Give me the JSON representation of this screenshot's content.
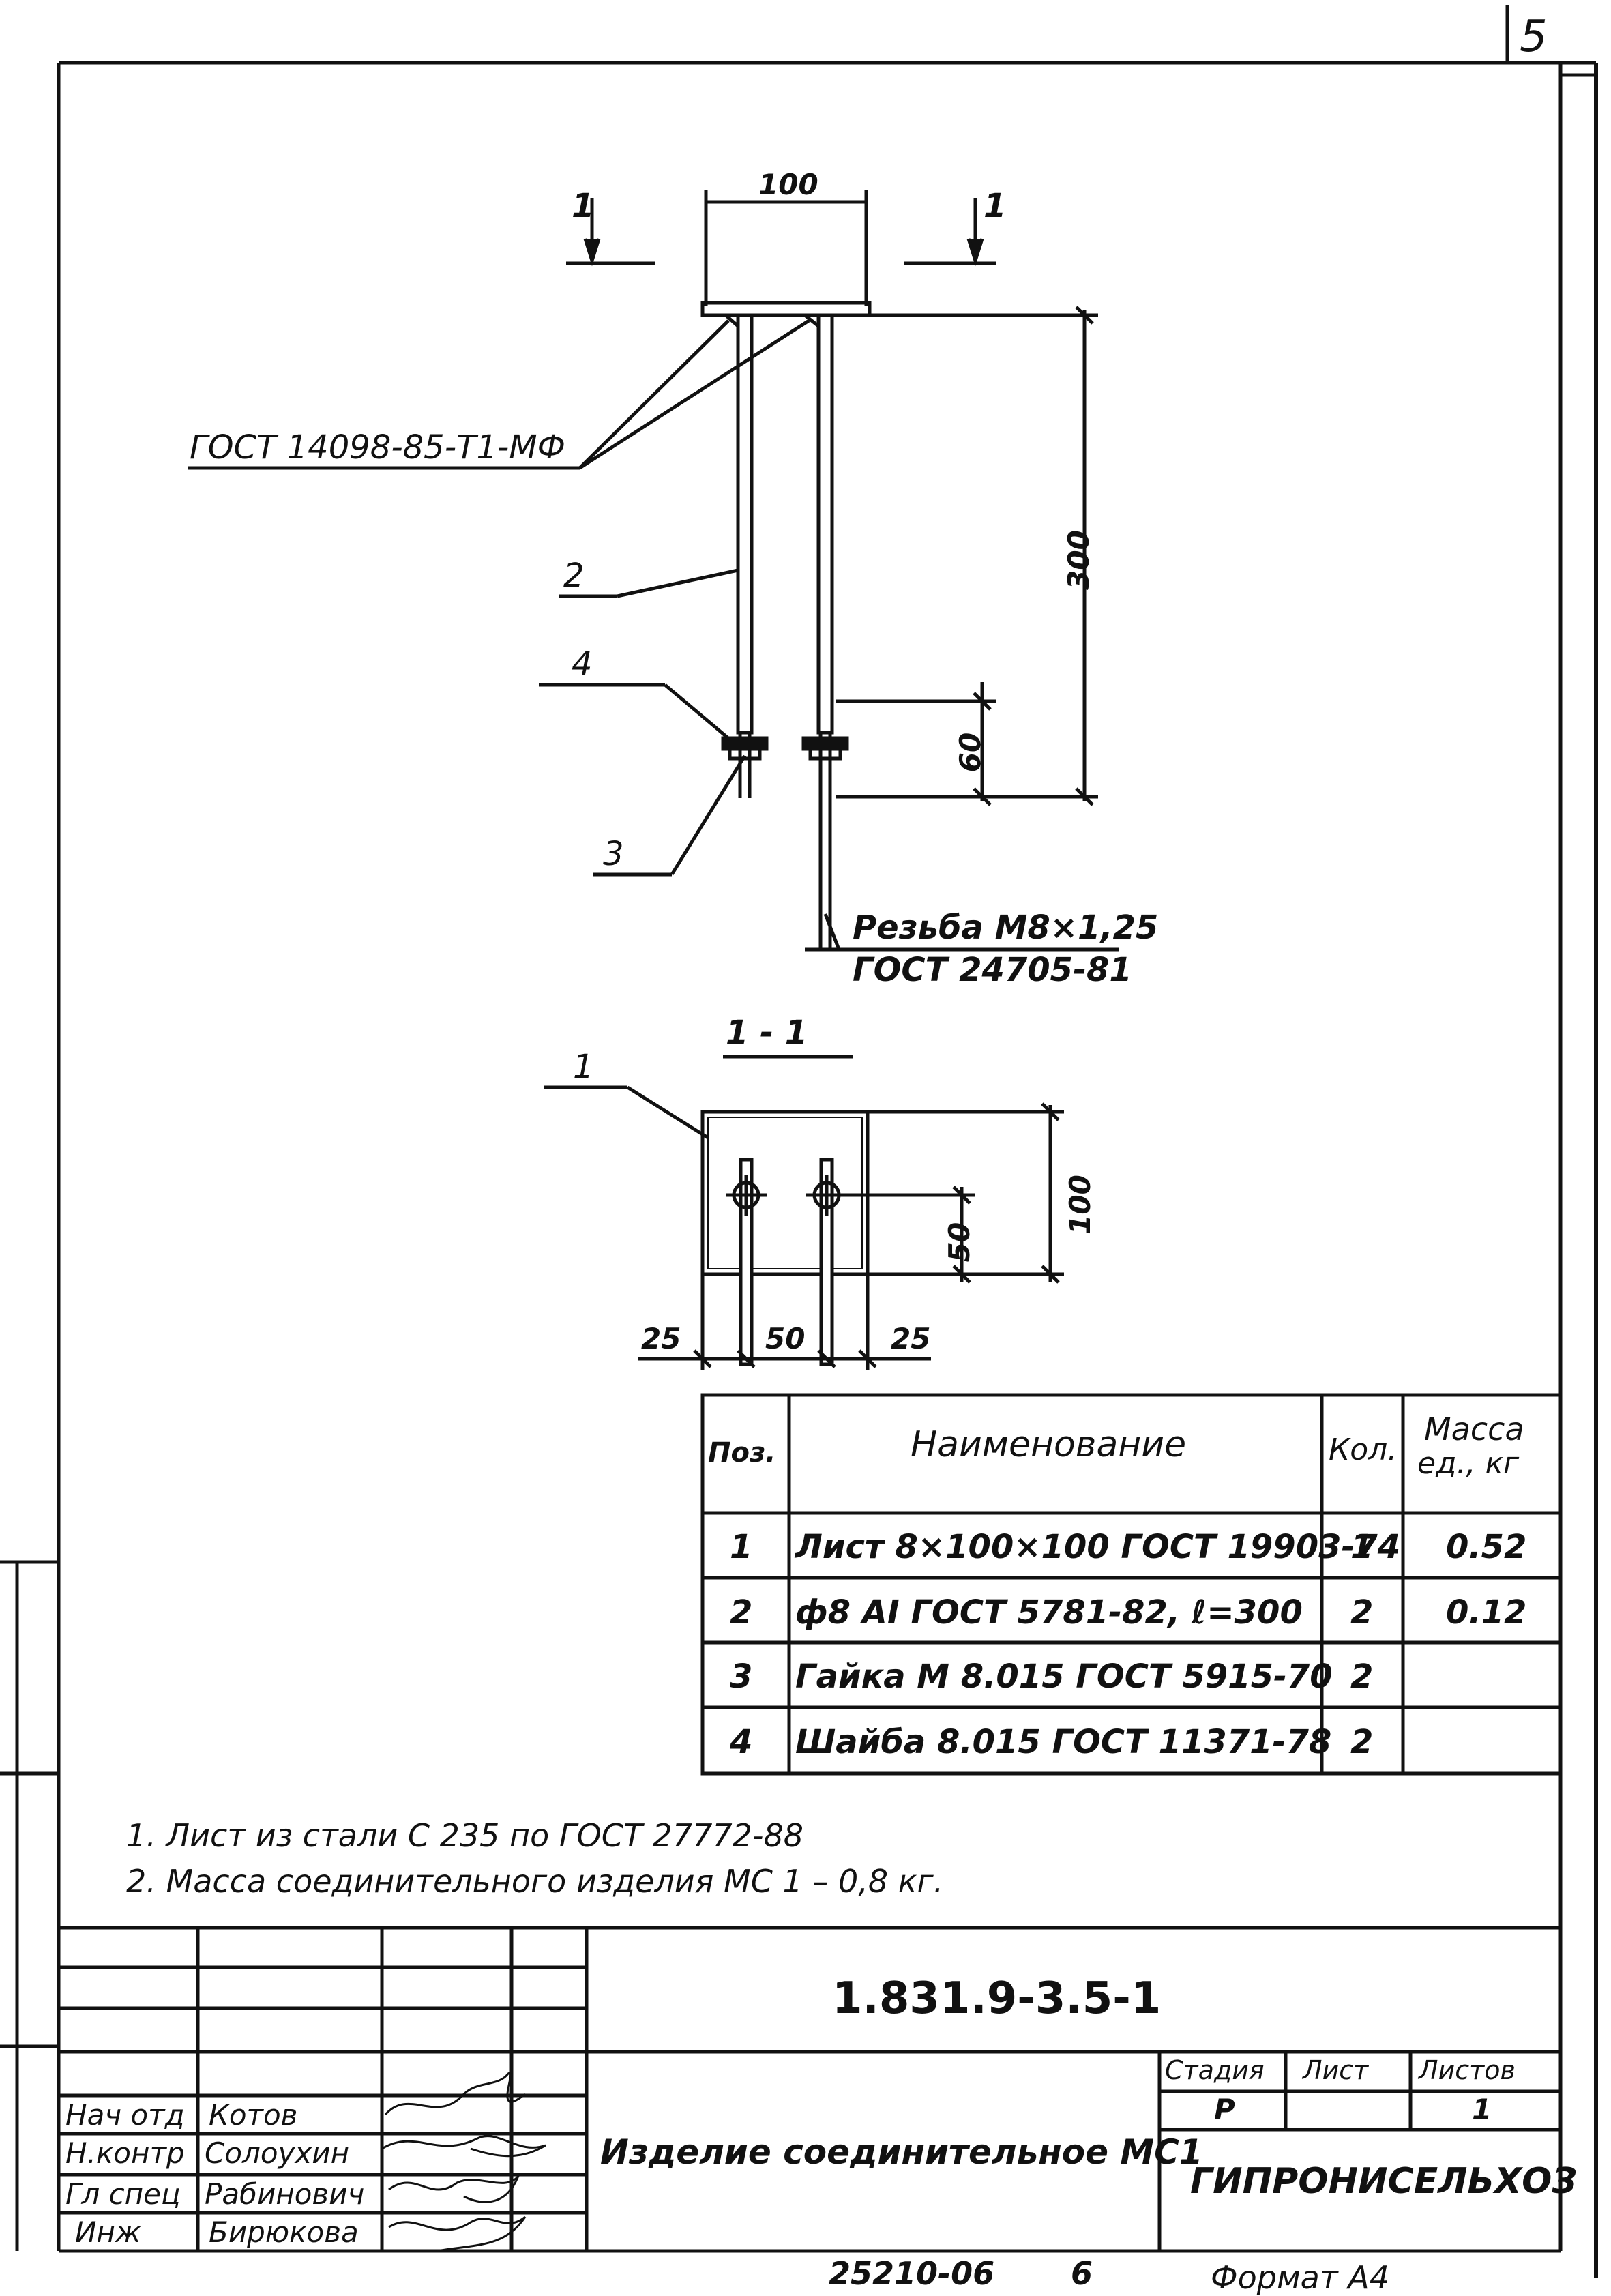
{
  "sheet_number": "5",
  "drawing": {
    "section_mark": "1",
    "section_title": "1 - 1",
    "dim_top_width": "100",
    "dim_height": "300",
    "dim_thread": "60",
    "weld_label": "ГОСТ 14098-85-Т1-МФ",
    "pos2": "2",
    "pos4": "4",
    "pos3": "3",
    "pos1": "1",
    "thread_line1": "Резьба М8×1,25",
    "thread_line2": "ГОСТ 24705-81",
    "dim_plate_height": "100",
    "dim_half": "50",
    "dim_left": "25",
    "dim_mid": "50",
    "dim_right": "25"
  },
  "spec": {
    "headers": {
      "pos": "Поз.",
      "name": "Наименование",
      "qty": "Кол.",
      "mass_line1": "Масса",
      "mass_line2": "ед., кг"
    },
    "rows": [
      {
        "pos": "1",
        "name": "Лист 8×100×100 ГОСТ 19903-74",
        "qty": "1",
        "mass": "0.52"
      },
      {
        "pos": "2",
        "name": "ф8 АI ГОСТ 5781-82, ℓ=300",
        "qty": "2",
        "mass": "0.12"
      },
      {
        "pos": "3",
        "name": "Гайка М 8.015 ГОСТ 5915-70",
        "qty": "2",
        "mass": ""
      },
      {
        "pos": "4",
        "name": "Шайба 8.015 ГОСТ 11371-78",
        "qty": "2",
        "mass": ""
      }
    ]
  },
  "notes": [
    "1. Лист из стали С 235 по ГОСТ 27772-88",
    "2. Масса соединительного изделия МС 1 – 0,8 кг."
  ],
  "title_block": {
    "doc_code": "1.831.9-3.5-1",
    "product_name": "Изделие соединительное МС1",
    "stage_label": "Стадия",
    "sheet_label": "Лист",
    "sheets_label": "Листов",
    "stage_value": "Р",
    "sheet_value": "",
    "sheets_value": "1",
    "organization": "ГИПРОНИСЕЛЬХОЗ",
    "roles": [
      "Нач отд",
      "Н.контр",
      "Гл спец",
      "Инж"
    ],
    "names": [
      "Котов",
      "Солоухин",
      "Рабинович",
      "Бирюкова"
    ]
  },
  "footer": {
    "inventory": "25210-06",
    "inventory_sheet": "6",
    "format": "Формат А4"
  }
}
